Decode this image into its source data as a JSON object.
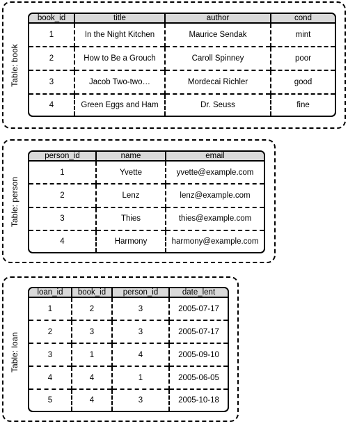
{
  "tables": {
    "book": {
      "label": "Table: book",
      "columns": [
        "book_id",
        "title",
        "author",
        "cond"
      ],
      "rows": [
        [
          "1",
          "In the Night Kitchen",
          "Maurice Sendak",
          "mint"
        ],
        [
          "2",
          "How to Be a Grouch",
          "Caroll Spinney",
          "poor"
        ],
        [
          "3",
          "Jacob Two-two…",
          "Mordecai Richler",
          "good"
        ],
        [
          "4",
          "Green Eggs and Ham",
          "Dr. Seuss",
          "fine"
        ]
      ]
    },
    "person": {
      "label": "Table: person",
      "columns": [
        "person_id",
        "name",
        "email"
      ],
      "rows": [
        [
          "1",
          "Yvette",
          "yvette@example.com"
        ],
        [
          "2",
          "Lenz",
          "lenz@example.com"
        ],
        [
          "3",
          "Thies",
          "thies@example.com"
        ],
        [
          "4",
          "Harmony",
          "harmony@example.com"
        ]
      ]
    },
    "loan": {
      "label": "Table: loan",
      "columns": [
        "loan_id",
        "book_id",
        "person_id",
        "date_lent"
      ],
      "rows": [
        [
          "1",
          "2",
          "3",
          "2005-07-17"
        ],
        [
          "2",
          "3",
          "3",
          "2005-07-17"
        ],
        [
          "3",
          "1",
          "4",
          "2005-09-10"
        ],
        [
          "4",
          "4",
          "1",
          "2005-06-05"
        ],
        [
          "5",
          "4",
          "3",
          "2005-10-18"
        ]
      ]
    }
  }
}
